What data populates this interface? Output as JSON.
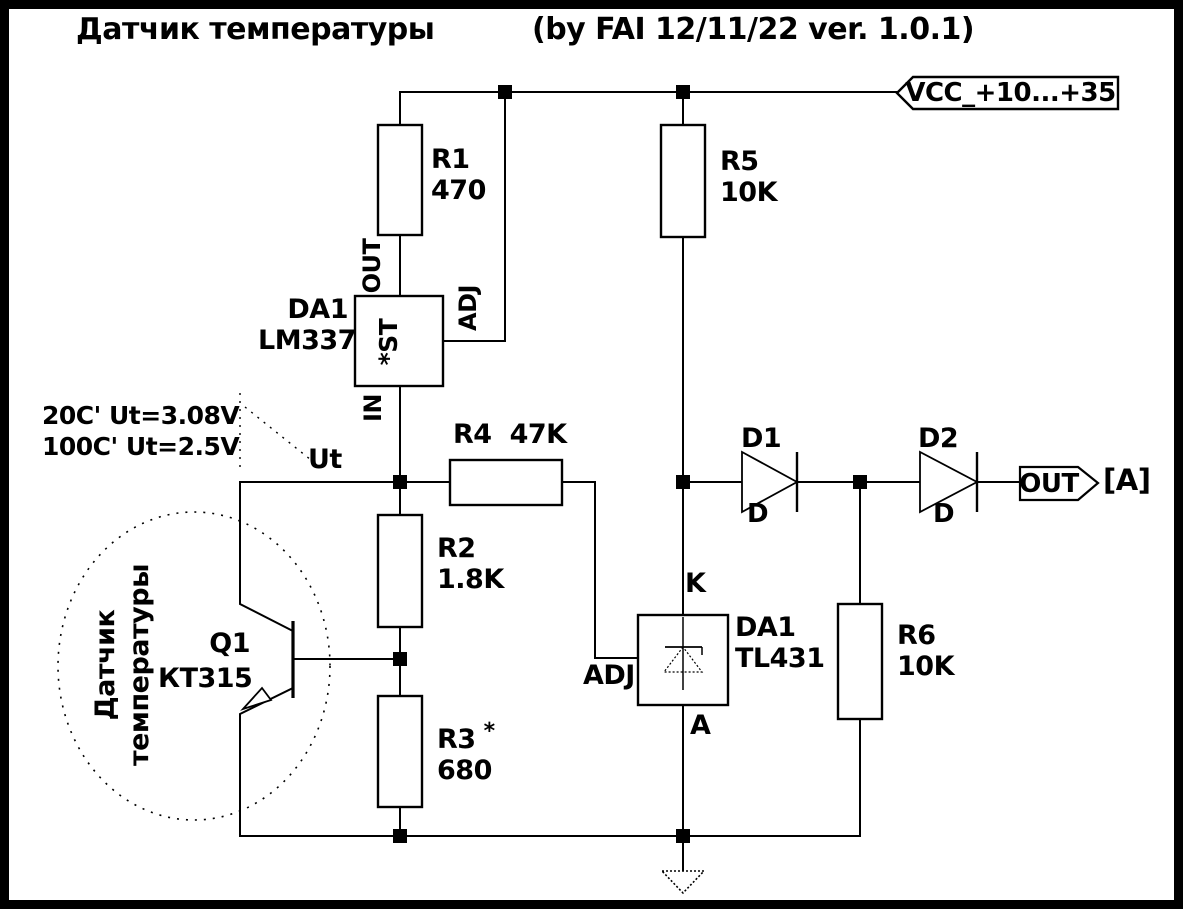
{
  "title": "Датчик температуры",
  "subtitle": "(by FAI 12/11/22 ver. 1.0.1)",
  "flags": {
    "vcc": "VCC_+10...+35",
    "out": "OUT",
    "out_unit": "[A]"
  },
  "annotation": {
    "line1": "20C' Ut=3.08V",
    "line2": "100C' Ut=2.5V",
    "net_label": "Ut"
  },
  "sensor_zone": {
    "line1": "Датчик",
    "line2": "температуры"
  },
  "regulator": {
    "ref": "DA1",
    "part": "LM337",
    "inner": "*ST",
    "pin_out": "OUT",
    "pin_adj": "ADJ",
    "pin_in": "IN"
  },
  "shunt_ref": {
    "ref": "DA1",
    "part": "TL431",
    "pin_k": "K",
    "pin_a": "A",
    "pin_adj": "ADJ"
  },
  "resistors": {
    "r1": {
      "ref": "R1",
      "value": "470"
    },
    "r2": {
      "ref": "R2",
      "value": "1.8K"
    },
    "r3": {
      "ref": "R3",
      "value": "680",
      "note": "*"
    },
    "r4": {
      "ref": "R4",
      "value": "47K"
    },
    "r5": {
      "ref": "R5",
      "value": "10K"
    },
    "r6": {
      "ref": "R6",
      "value": "10K"
    }
  },
  "diodes": {
    "d1": {
      "ref": "D1",
      "type": "D"
    },
    "d2": {
      "ref": "D2",
      "type": "D"
    }
  },
  "transistor": {
    "ref": "Q1",
    "part": "КТ315"
  },
  "colors": {
    "ink": "#000000",
    "paper": "#ffffff"
  }
}
